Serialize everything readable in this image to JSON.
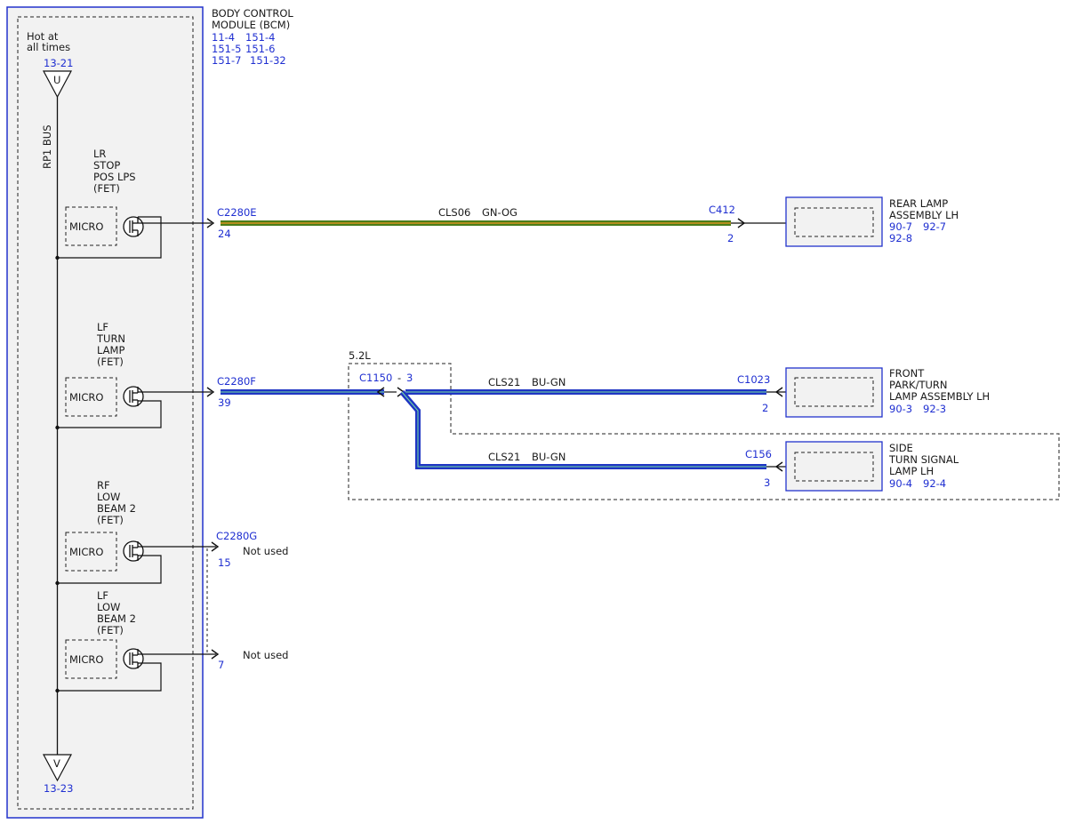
{
  "colors": {
    "blue_ref": "#1f2fd1",
    "wire_green": "#4a7d1a",
    "wire_orange": "#d8931f",
    "wire_blue": "#1f35c4",
    "wire_blue_tracer": "#78e0a0",
    "module_fill": "#f2f2f2",
    "component_border": "#2233cc"
  },
  "bcm": {
    "title_line1": "BODY CONTROL",
    "title_line2": "MODULE (BCM)",
    "refs": [
      "11-4",
      "151-4",
      "151-5",
      "151-6",
      "151-7",
      "151-32"
    ]
  },
  "power": {
    "hot_label_line1": "Hot at",
    "hot_label_line2": "all times",
    "top_ref": "13-21",
    "top_terminal": "U",
    "bus_label": "RP1 BUS",
    "bottom_terminal": "V",
    "bottom_ref": "13-23"
  },
  "channels": [
    {
      "label": [
        "LR",
        "STOP",
        "POS LPS",
        "(FET)"
      ],
      "micro": "MICRO",
      "connector": "C2280E",
      "pin": "24"
    },
    {
      "label": [
        "LF",
        "TURN",
        "LAMP",
        "(FET)"
      ],
      "micro": "MICRO",
      "connector": "C2280F",
      "pin": "39"
    },
    {
      "label": [
        "RF",
        "LOW",
        "BEAM 2",
        "(FET)"
      ],
      "micro": "MICRO",
      "connector": "C2280G",
      "pin": "15",
      "note": "Not used"
    },
    {
      "label": [
        "LF",
        "LOW",
        "BEAM 2",
        "(FET)"
      ],
      "micro": "MICRO",
      "pin": "7",
      "note": "Not used"
    }
  ],
  "wires": {
    "rear": {
      "circuit": "CLS06",
      "color_code": "GN-OG",
      "connector": "C412",
      "pin": "2"
    },
    "front": {
      "circuit": "CLS21",
      "color_code": "BU-GN",
      "connector": "C1023",
      "pin": "2"
    },
    "side": {
      "circuit": "CLS21",
      "color_code": "BU-GN",
      "connector": "C156",
      "pin": "3"
    }
  },
  "splice": {
    "option_label": "5.2L",
    "connector": "C1150",
    "dash": "-",
    "pin": "3"
  },
  "components": {
    "rear_lamp": {
      "lines": [
        "REAR LAMP",
        "ASSEMBLY LH"
      ],
      "refs": [
        "90-7",
        "92-7",
        "92-8"
      ]
    },
    "front_lamp": {
      "lines": [
        "FRONT",
        "PARK/TURN",
        "LAMP ASSEMBLY LH"
      ],
      "refs": [
        "90-3",
        "92-3"
      ]
    },
    "side_lamp": {
      "lines": [
        "SIDE",
        "TURN SIGNAL",
        "LAMP LH"
      ],
      "refs": [
        "90-4",
        "92-4"
      ]
    }
  }
}
